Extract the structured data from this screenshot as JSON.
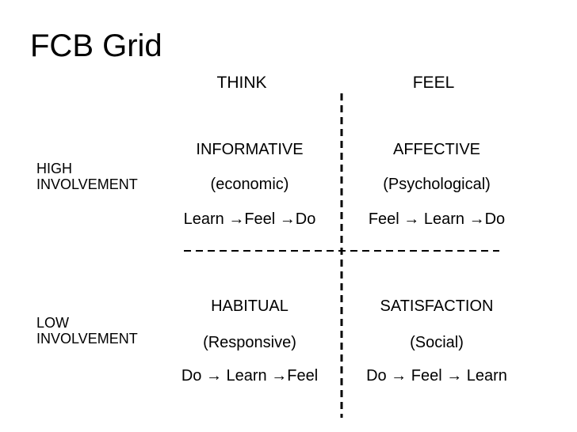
{
  "title": "FCB Grid",
  "columns": [
    "THINK",
    "FEEL"
  ],
  "rows": [
    [
      "HIGH",
      "INVOLVEMENT"
    ],
    [
      "LOW",
      "INVOLVEMENT"
    ]
  ],
  "cells": {
    "high_think": {
      "name": "INFORMATIVE",
      "type": "(economic)",
      "sequence": "Learn →Feel →Do"
    },
    "high_feel": {
      "name": "AFFECTIVE",
      "type": "(Psychological)",
      "sequence": "Feel → Learn →Do"
    },
    "low_think": {
      "name": "HABITUAL",
      "type": "(Responsive)",
      "sequence": "Do → Learn →Feel"
    },
    "low_feel": {
      "name": "SATISFACTION",
      "type": "(Social)",
      "sequence": "Do → Feel → Learn"
    }
  }
}
